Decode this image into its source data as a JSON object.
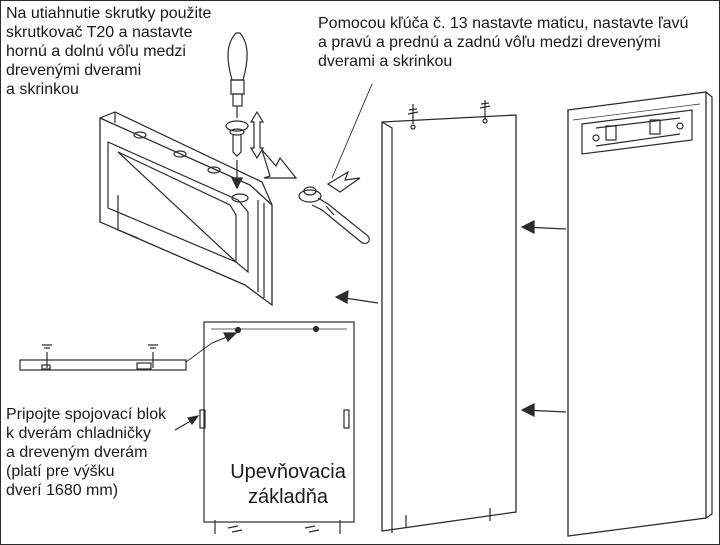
{
  "instructions": {
    "screw": "Na utiahnutie skrutky použite\nskrutkovač T20 a nastavte\nhornú a dolnú vôľu medzi\ndrevenými dverami\na skrinkou",
    "wrench": "Pomocou kľúča č. 13 nastavte maticu, nastavte ľavú\na pravú a prednú a zadnú vôľu medzi drevenými\ndverami a skrinkou",
    "block": "Pripojte spojovací blok\nk dverám chladničky\na dreveným dverám\n(platí pre výšku\ndverí 1680 mm)"
  },
  "labels": {
    "base": "Upevňovacia\nzákladňa"
  },
  "colors": {
    "line": "#2b2b2b",
    "text": "#1a1a1a",
    "background": "#ffffff"
  }
}
